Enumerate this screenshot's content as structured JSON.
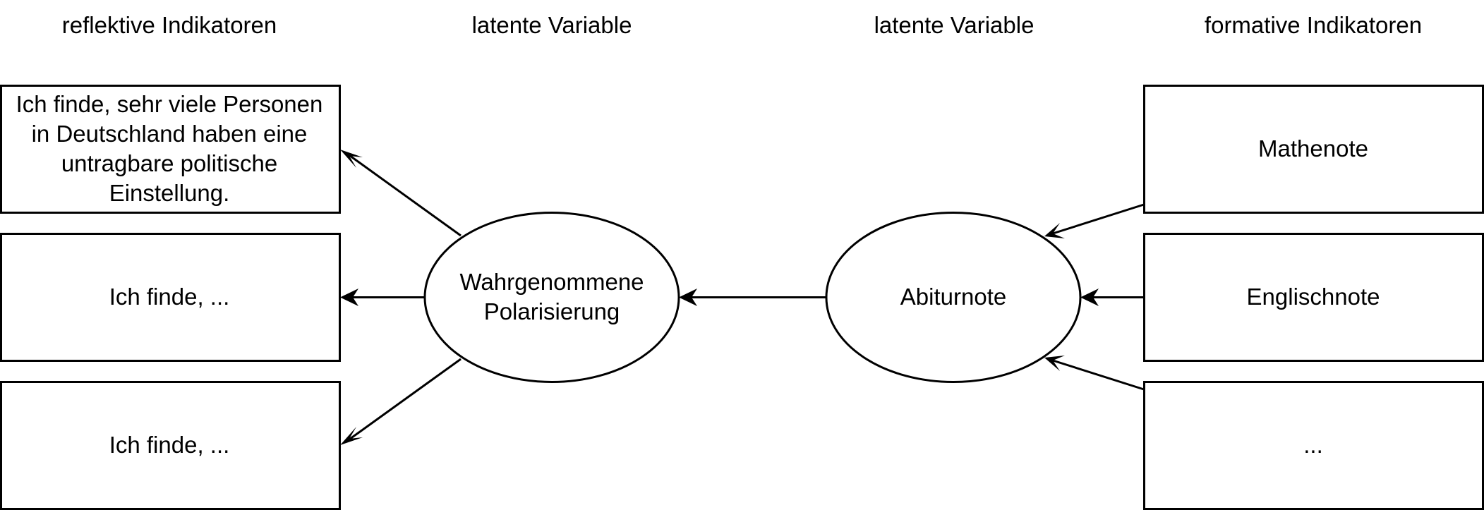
{
  "headers": {
    "reflective": "reflektive Indikatoren",
    "latent_left": "latente Variable",
    "latent_right": "latente Variable",
    "formative": "formative Indikatoren"
  },
  "reflective_items": [
    {
      "label": "Ich finde, sehr viele Personen in Deutschland haben eine untragbare politische Einstellung."
    },
    {
      "label": "Ich finde, ..."
    },
    {
      "label": "Ich finde, ..."
    }
  ],
  "latent_variables": {
    "polarization": "Wahrgenommene Polarisierung",
    "abitur": "Abiturnote"
  },
  "formative_items": [
    {
      "label": "Mathenote"
    },
    {
      "label": "Englischnote"
    },
    {
      "label": "..."
    }
  ],
  "edges": [
    {
      "from": "polarization",
      "to": "reflective_items.0"
    },
    {
      "from": "polarization",
      "to": "reflective_items.1"
    },
    {
      "from": "polarization",
      "to": "reflective_items.2"
    },
    {
      "from": "abitur",
      "to": "polarization"
    },
    {
      "from": "formative_items.0",
      "to": "abitur"
    },
    {
      "from": "formative_items.1",
      "to": "abitur"
    },
    {
      "from": "formative_items.2",
      "to": "abitur"
    }
  ]
}
